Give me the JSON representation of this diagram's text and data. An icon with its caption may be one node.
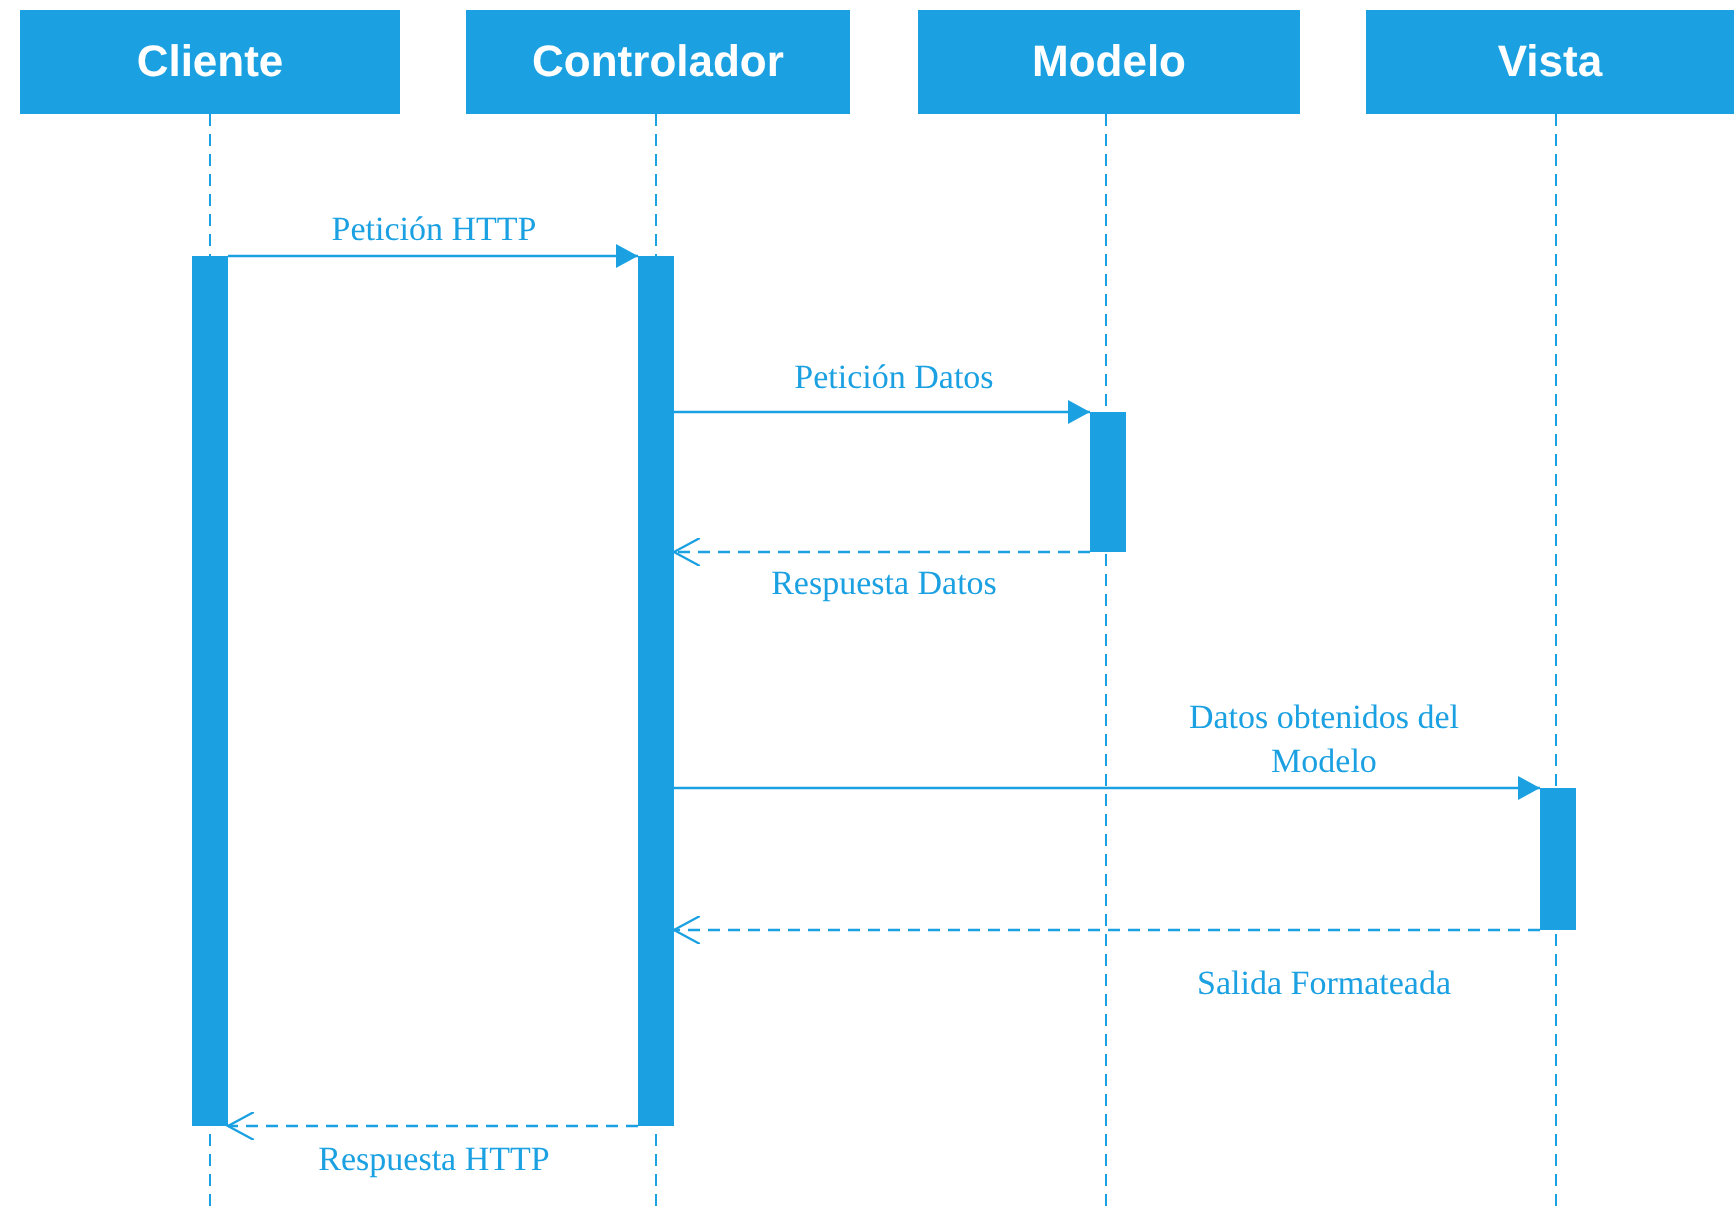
{
  "diagram": {
    "nodes": [
      {
        "text": [
          "Cliente"
        ]
      },
      {
        "text": [
          "Controlador"
        ]
      },
      {
        "text": [
          "Modelo"
        ]
      },
      {
        "text": [
          "Vista"
        ]
      },
      {
        "text": [],
        "shape": "bar"
      },
      {
        "text": [],
        "shape": "bar"
      },
      {
        "text": [],
        "shape": "bar"
      },
      {
        "text": [],
        "shape": "bar"
      }
    ],
    "edges": [
      {
        "from": 4,
        "to": 5,
        "arrow": "to",
        "label": "Petición HTTP"
      },
      {
        "from": 5,
        "to": 6,
        "arrow": "to",
        "label": "Petición Datos"
      },
      {
        "from": 6,
        "to": 5,
        "arrow": "to",
        "style": "dashed",
        "label": "Respuesta Datos"
      },
      {
        "from": 5,
        "to": 7,
        "arrow": "to",
        "label": "Datos obtenidos del Modelo"
      },
      {
        "from": 7,
        "to": 5,
        "arrow": "to",
        "style": "dashed",
        "label": "Salida Formateada"
      },
      {
        "from": 5,
        "to": 4,
        "arrow": "to",
        "style": "dashed",
        "label": "Respuesta HTTP"
      }
    ]
  }
}
